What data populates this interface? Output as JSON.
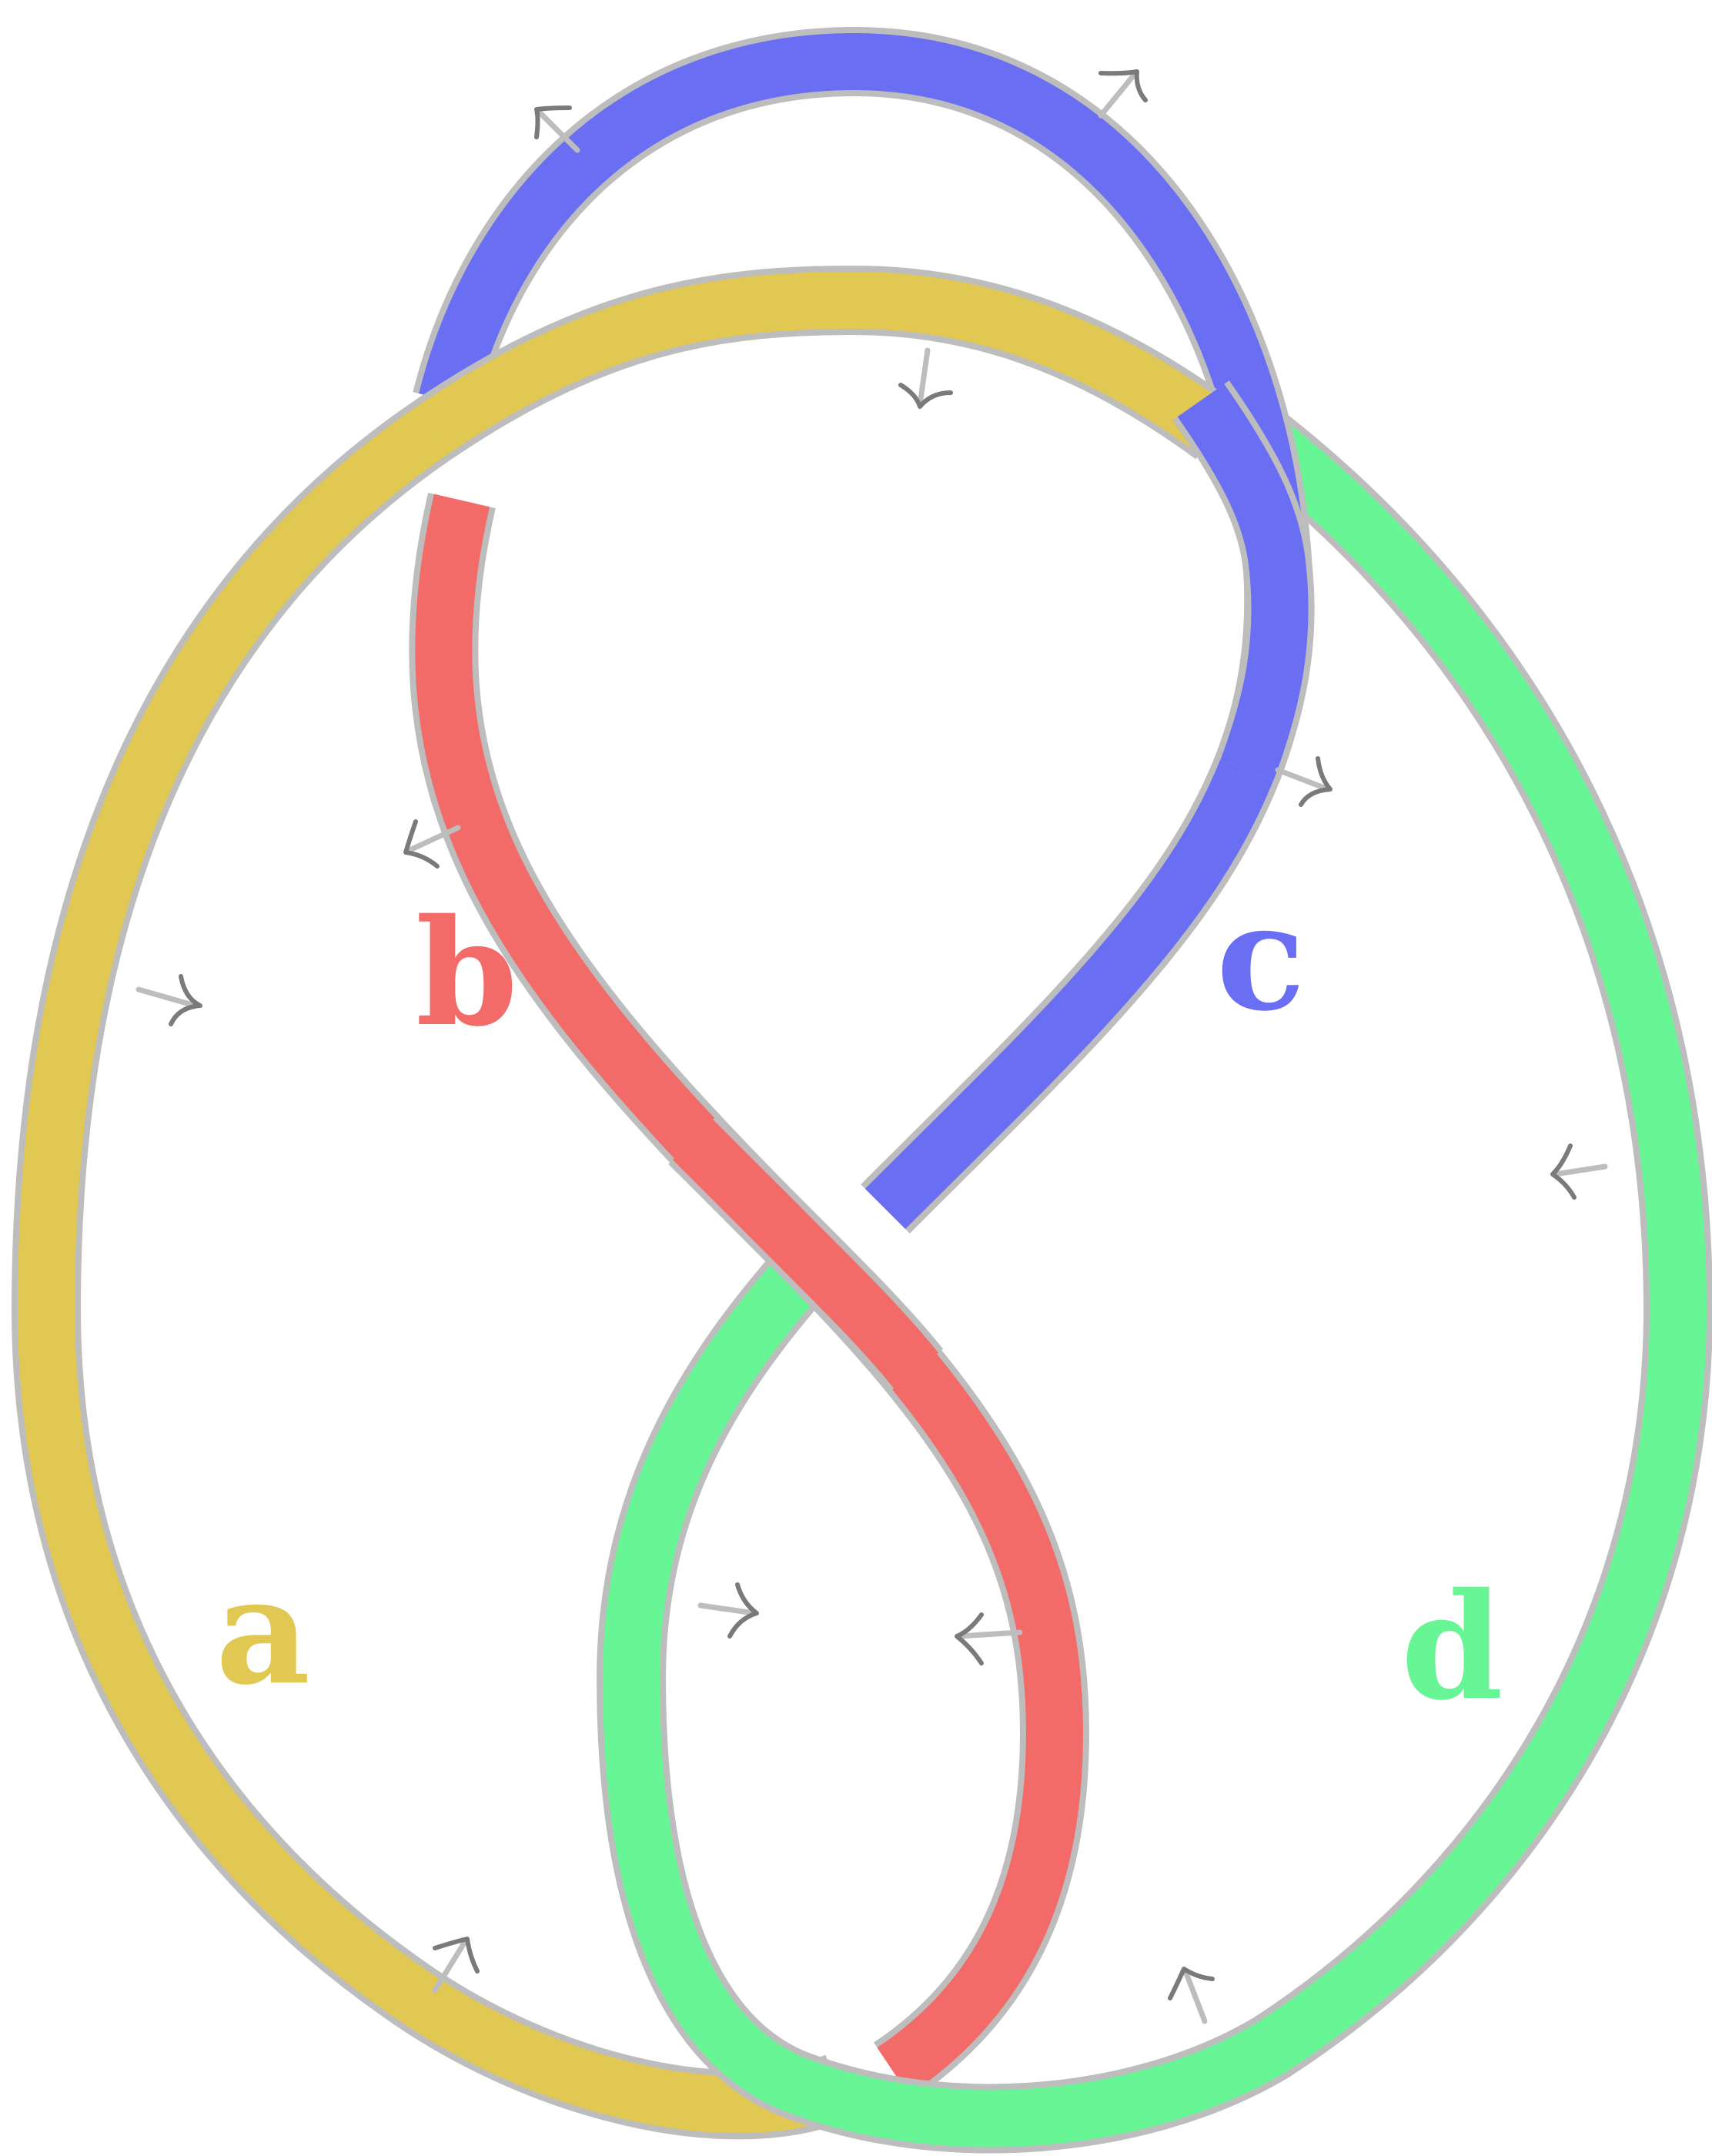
{
  "diagram": {
    "arcs": [
      {
        "id": "a",
        "label": "a",
        "color": "#e0c853"
      },
      {
        "id": "b",
        "label": "b",
        "color": "#f26b68"
      },
      {
        "id": "c",
        "label": "c",
        "color": "#6a6ef2"
      },
      {
        "id": "d",
        "label": "d",
        "color": "#68f596"
      }
    ],
    "outline_color": "#bdbdbd",
    "arrow_color": "#7a7a7a"
  }
}
